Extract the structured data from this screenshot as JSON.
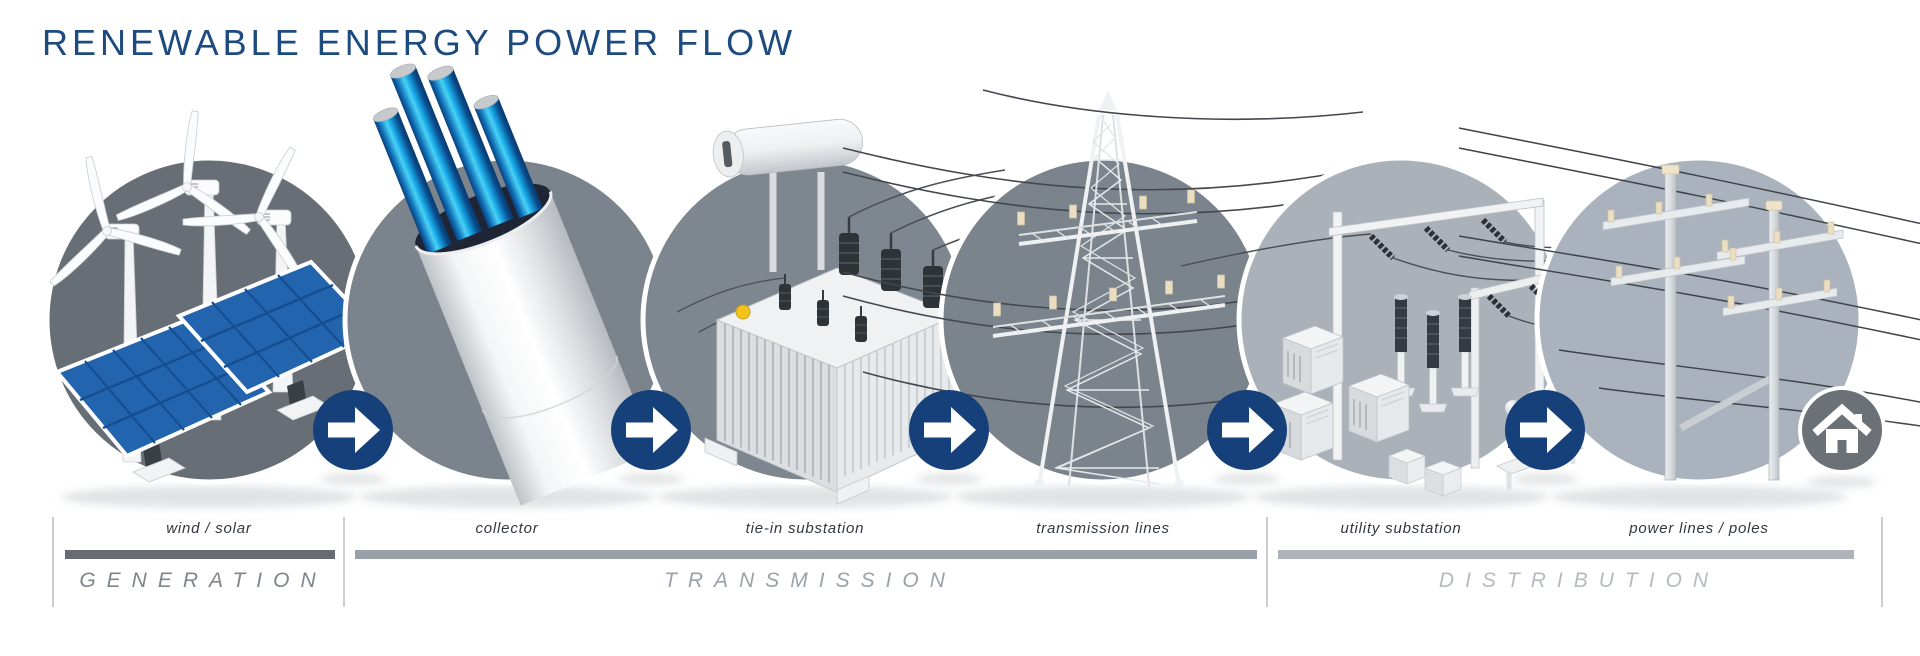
{
  "title": "RENEWABLE ENERGY POWER FLOW",
  "flow": {
    "stages": [
      {
        "id": "wind-solar",
        "label": "wind / solar",
        "section": "GENERATION"
      },
      {
        "id": "collector",
        "label": "collector",
        "section": "TRANSMISSION"
      },
      {
        "id": "tie-in-substation",
        "label": "tie-in substation",
        "section": "TRANSMISSION"
      },
      {
        "id": "transmission-lines",
        "label": "transmission lines",
        "section": "TRANSMISSION"
      },
      {
        "id": "utility-substation",
        "label": "utility substation",
        "section": "DISTRIBUTION"
      },
      {
        "id": "power-lines-poles",
        "label": "power lines / poles",
        "section": "DISTRIBUTION"
      }
    ],
    "connectors": [
      "arrow-right-icon",
      "arrow-right-icon",
      "arrow-right-icon",
      "arrow-right-icon",
      "arrow-right-icon",
      "home-icon"
    ]
  },
  "sections": [
    {
      "title": "GENERATION",
      "labels": [
        "wind / solar"
      ]
    },
    {
      "title": "TRANSMISSION",
      "labels": [
        "collector",
        "tie-in substation",
        "transmission lines"
      ]
    },
    {
      "title": "DISTRIBUTION",
      "labels": [
        "utility substation",
        "power lines / poles"
      ]
    }
  ],
  "icons": {
    "connector": "arrow-right-icon",
    "end": "home-icon"
  },
  "colors": {
    "title_text": "#1d4b80",
    "arrow_circle": "#16407a",
    "house_circle": "#6c7177",
    "circle_generation": "#686e75",
    "circle_collector": "#7b838c",
    "circle_tie_in": "#7e868f",
    "circle_transmission": "#7b838c",
    "circle_utility": "#abb1b9",
    "circle_power_lines": "#aab2bd",
    "generation_bar": "#666c72",
    "transmission_bar": "#99a0a7",
    "distribution_bar": "#adb3b9",
    "generation_title": "#7e858c",
    "transmission_title": "#9ba2a9",
    "distribution_title": "#b5bbc1",
    "label_text": "#33383e",
    "divider": "#cbcfd3",
    "solar_panel_blue": "#2264ad",
    "cable_blue": "#0f6cb4",
    "cable_cyan": "#49d2f6"
  }
}
